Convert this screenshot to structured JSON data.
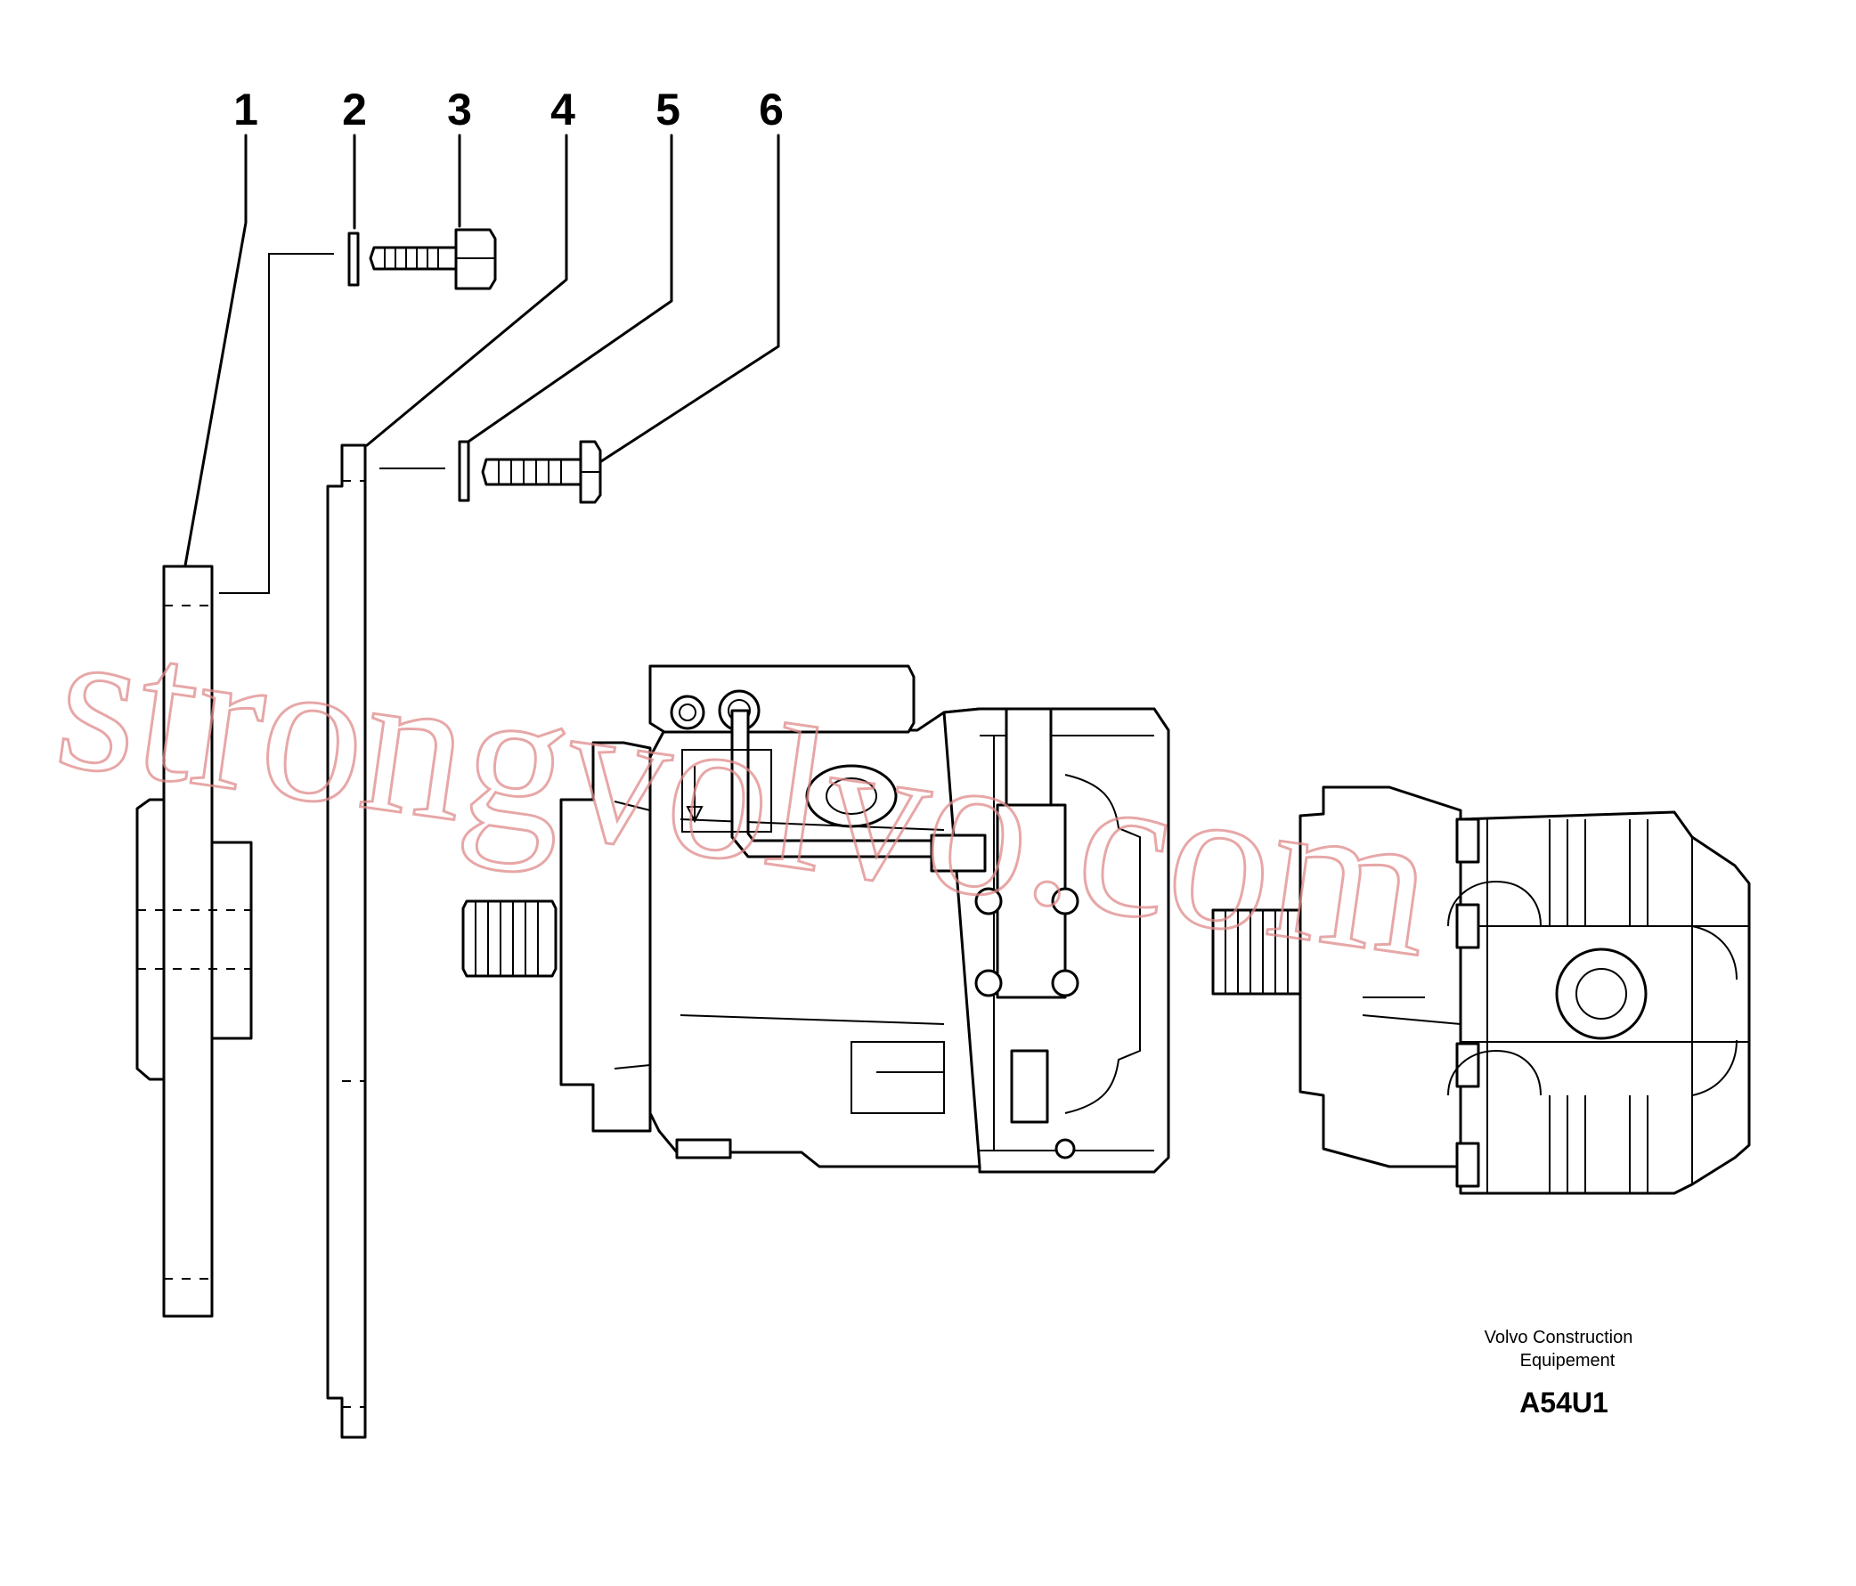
{
  "callouts": [
    "1",
    "2",
    "3",
    "4",
    "5",
    "6"
  ],
  "footer": {
    "company_line1": "Volvo Construction",
    "company_line2": "Equipement",
    "drawing_code": "A54U1"
  },
  "watermark": {
    "text": "strongvolvo.com",
    "color": "#e08a8a"
  }
}
